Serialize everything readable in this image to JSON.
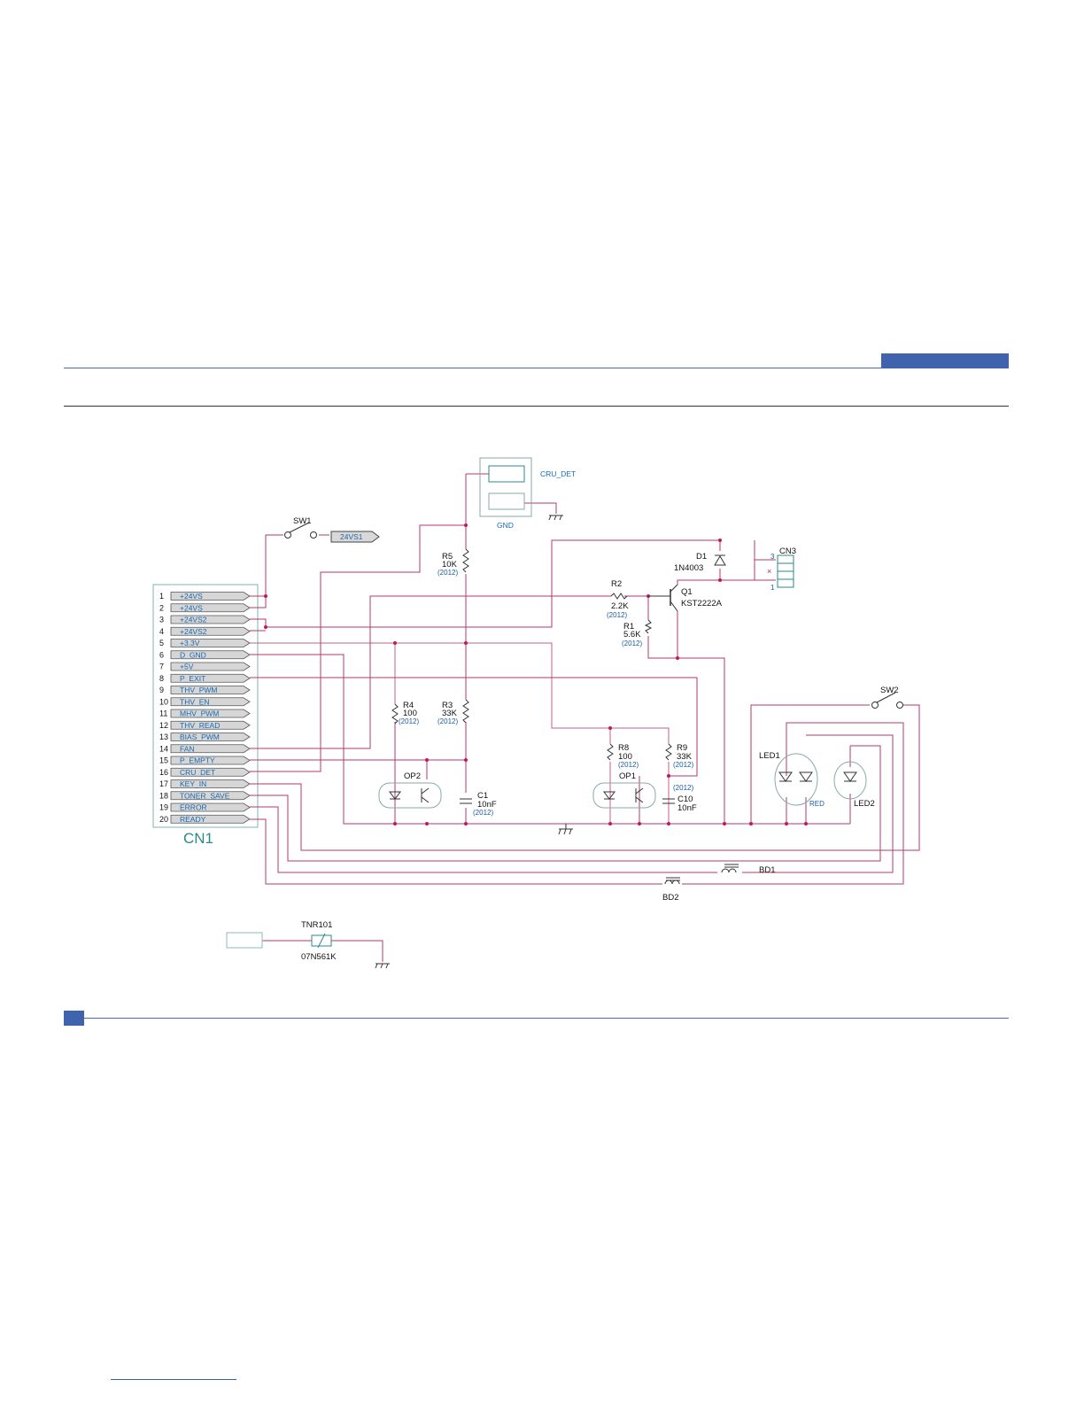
{
  "colors": {
    "header_bar": "#3f64ad",
    "wire": "#b03a6e",
    "junction": "#c2185b",
    "label_blue": "#1a6ab0",
    "outline_teal": "#2a8a8a"
  },
  "connector_cn1": {
    "name": "CN1",
    "pins": [
      {
        "num": "1",
        "signal": "+24VS"
      },
      {
        "num": "2",
        "signal": "+24VS"
      },
      {
        "num": "3",
        "signal": "+24VS2"
      },
      {
        "num": "4",
        "signal": "+24VS2"
      },
      {
        "num": "5",
        "signal": "+3.3V"
      },
      {
        "num": "6",
        "signal": "D_GND"
      },
      {
        "num": "7",
        "signal": "+5V"
      },
      {
        "num": "8",
        "signal": "P_EXIT"
      },
      {
        "num": "9",
        "signal": "THV_PWM"
      },
      {
        "num": "10",
        "signal": "THV_EN"
      },
      {
        "num": "11",
        "signal": "MHV_PWM"
      },
      {
        "num": "12",
        "signal": "THV_READ"
      },
      {
        "num": "13",
        "signal": "BIAS_PWM"
      },
      {
        "num": "14",
        "signal": "FAN"
      },
      {
        "num": "15",
        "signal": "P_EMPTY"
      },
      {
        "num": "16",
        "signal": "CRU_DET"
      },
      {
        "num": "17",
        "signal": "KEY_IN"
      },
      {
        "num": "18",
        "signal": "TONER_SAVE"
      },
      {
        "num": "19",
        "signal": "ERROR"
      },
      {
        "num": "20",
        "signal": "READY"
      }
    ]
  },
  "components": {
    "sw1": "SW1",
    "vs1_tag": "24VS1",
    "cru_det": "CRU_DET",
    "gnd": "GND",
    "r5": {
      "ref": "R5",
      "value": "10K",
      "pkg": "(2012)"
    },
    "r3": {
      "ref": "R3",
      "value": "33K",
      "pkg": "(2012)"
    },
    "r4": {
      "ref": "R4",
      "value": "100",
      "pkg": "(2012)"
    },
    "c1": {
      "ref": "C1",
      "value": "10nF",
      "pkg": "(2012)"
    },
    "op2": "OP2",
    "op1": "OP1",
    "r2": {
      "ref": "R2",
      "value": "2.2K",
      "pkg": "(2012)"
    },
    "r1": {
      "ref": "R1",
      "value": "5.6K",
      "pkg": "(2012)"
    },
    "q1": {
      "ref": "Q1",
      "value": "KST2222A"
    },
    "d1": {
      "ref": "D1",
      "value": "1N4003"
    },
    "cn3": {
      "ref": "CN3",
      "pin_top": "3",
      "pin_bottom": "1"
    },
    "r8": {
      "ref": "R8",
      "value": "100",
      "pkg": "(2012)"
    },
    "r9": {
      "ref": "R9",
      "value": "33K",
      "pkg": "(2012)"
    },
    "c10": {
      "ref": "C10",
      "value": "10nF",
      "pkg": "(2012)"
    },
    "sw2": "SW2",
    "led1": "LED1",
    "led2": "LED2",
    "red": "RED",
    "bd1": "BD1",
    "bd2": "BD2",
    "tnr": {
      "ref": "TNR101",
      "value": "07N561K"
    }
  }
}
